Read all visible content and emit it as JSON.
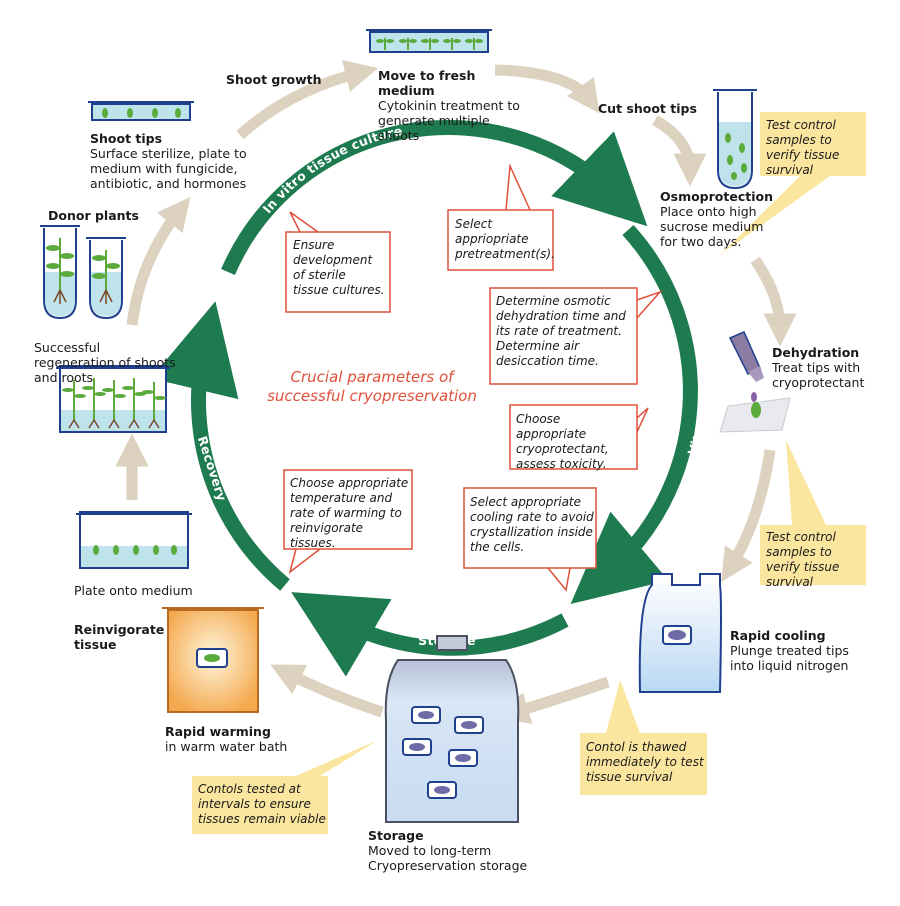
{
  "center_title": "Crucial parameters of successful cryopreservation",
  "arc_labels": {
    "in_vitro": "In vitro tissue culture",
    "vitrification": "Vitrification",
    "storage": "Storage",
    "recovery": "Recovery"
  },
  "steps": {
    "shoot_growth": {
      "title": "Shoot growth"
    },
    "move_fresh": {
      "title": "Move to fresh medium",
      "desc": "Cytokinin treatment to generate multiple shoots"
    },
    "cut_shoot_tips": {
      "title": "Cut shoot tips"
    },
    "osmoprotection": {
      "title": "Osmoprotection",
      "desc": "Place onto high sucrose medium for two days."
    },
    "dehydration": {
      "title": "Dehydration",
      "desc": "Treat tips with cryoprotectant"
    },
    "rapid_cooling": {
      "title": "Rapid cooling",
      "desc": "Plunge treated tips into liquid nitrogen"
    },
    "storage": {
      "title": "Storage",
      "desc": "Moved to long-term Cryopreservation storage"
    },
    "rapid_warming": {
      "title": "Rapid warming",
      "desc": "in warm water bath"
    },
    "reinvigorate": {
      "title": "Reinvigorate tissue"
    },
    "plate_onto_medium": {
      "title": "Plate onto medium"
    },
    "successful_regeneration": {
      "title": "Successful regeneration of shoots and roots"
    },
    "donor_plants": {
      "title": "Donor plants"
    },
    "shoot_tips": {
      "title": "Shoot tips",
      "desc": "Surface sterilize, plate to medium with fungicide, antibiotic, and hormones"
    }
  },
  "red_callouts": {
    "sterile": "Ensure development of sterile tissue cultures.",
    "pretreatment": "Select appriopriate pretreatment(s).",
    "osmotic": "Determine osmotic dehydration time and its rate of treatment. Determine air desiccation time.",
    "cryoprotectant": "Choose appropriate cryoprotectant, assess toxicity.",
    "cooling_rate": "Select appropriate cooling rate to avoid crystallization inside the cells.",
    "warming": "Choose appropriate temperature and rate of warming to reinvigorate tissues."
  },
  "yellow_callouts": {
    "test_control_1": "Test control samples to verify tissue survival",
    "test_control_2": "Test control samples to verify tissue survival",
    "contol_thawed": "Contol is thawed immediately to test tissue survival",
    "contols_tested": "Contols tested at intervals to ensure tissues remain viable"
  },
  "colors": {
    "cycle_green": "#1e7a4f",
    "callout_red": "#e0503a",
    "callout_yellow_fill": "#fbe6a0",
    "arrow_beige": "#dcd2bf",
    "medium_blue": "#bfe3ea",
    "leaf_green": "#5aab3c"
  }
}
